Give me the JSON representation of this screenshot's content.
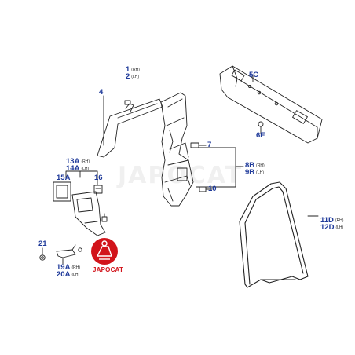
{
  "callouts": {
    "c1": {
      "num": "1",
      "side": "(RH)"
    },
    "c2": {
      "num": "2",
      "side": "(LH)"
    },
    "c4": {
      "num": "4"
    },
    "c5c": {
      "num": "5C"
    },
    "c6e": {
      "num": "6E"
    },
    "c7": {
      "num": "7"
    },
    "c8b": {
      "num": "8B",
      "side": "(RH)"
    },
    "c9b": {
      "num": "9B",
      "side": "(LH)"
    },
    "c10": {
      "num": "10"
    },
    "c11d": {
      "num": "11D",
      "side": "(RH)"
    },
    "c12d": {
      "num": "12D",
      "side": "(LH)"
    },
    "c13a": {
      "num": "13A",
      "side": "(RH)"
    },
    "c14a": {
      "num": "14A",
      "side": "(LH)"
    },
    "c15a": {
      "num": "15A"
    },
    "c16": {
      "num": "16"
    },
    "c19a": {
      "num": "19A",
      "side": "(RH)"
    },
    "c20a": {
      "num": "20A",
      "side": "(LH)"
    },
    "c21": {
      "num": "21"
    }
  },
  "logo": {
    "text": "JAPOCAT",
    "color": "#d2141b"
  },
  "watermark": {
    "text": "JAPOCAT"
  },
  "colors": {
    "label": "#1f3a9a",
    "line": "#222222"
  }
}
